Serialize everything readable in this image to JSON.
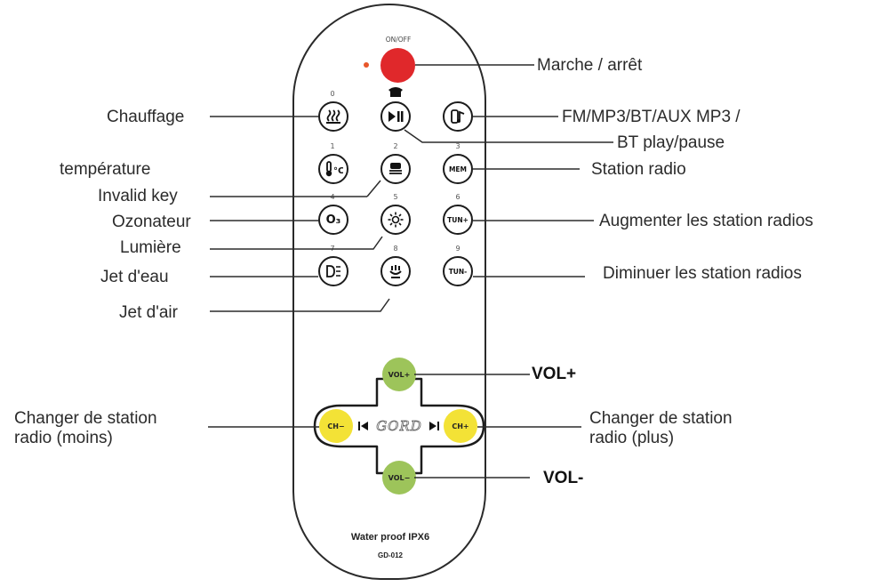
{
  "remote": {
    "onoff_label": "ON/OFF",
    "footer_text": "Water proof IPX6",
    "model": "GD-012",
    "brand": "GORD",
    "buttons": {
      "mem": "MEM",
      "tun_plus": "TUN+",
      "tun_minus": "TUN-",
      "ozone": "O₃",
      "vol_plus": "VOL+",
      "vol_minus": "VOL−",
      "ch_minus": "CH−",
      "ch_plus": "CH+"
    },
    "numbers": [
      "0",
      "1",
      "2",
      "3",
      "4",
      "5",
      "6",
      "7",
      "8",
      "9"
    ],
    "colors": {
      "power": "#e0282b",
      "vol": "#9dc45a",
      "ch": "#f3e236"
    }
  },
  "labels": {
    "marche_arret": "Marche / arrêt",
    "chauffage": "Chauffage",
    "fm_mp3": "FM/MP3/BT/AUX  MP3  /",
    "bt_play": "BT play/pause",
    "temperature": "température",
    "station_radio": "Station radio",
    "invalid_key": "Invalid key",
    "ozonateur": "Ozonateur",
    "augmenter": "Augmenter les station radios",
    "lumiere": "Lumière",
    "jet_eau": "Jet d'eau",
    "diminuer": "Diminuer les station radios",
    "jet_air": "Jet d'air",
    "vol_plus": "VOL+",
    "vol_minus": "VOL-",
    "changer_moins_1": "Changer de station",
    "changer_moins_2": "radio (moins)",
    "changer_plus_1": "Changer de station",
    "changer_plus_2": "radio (plus)"
  }
}
